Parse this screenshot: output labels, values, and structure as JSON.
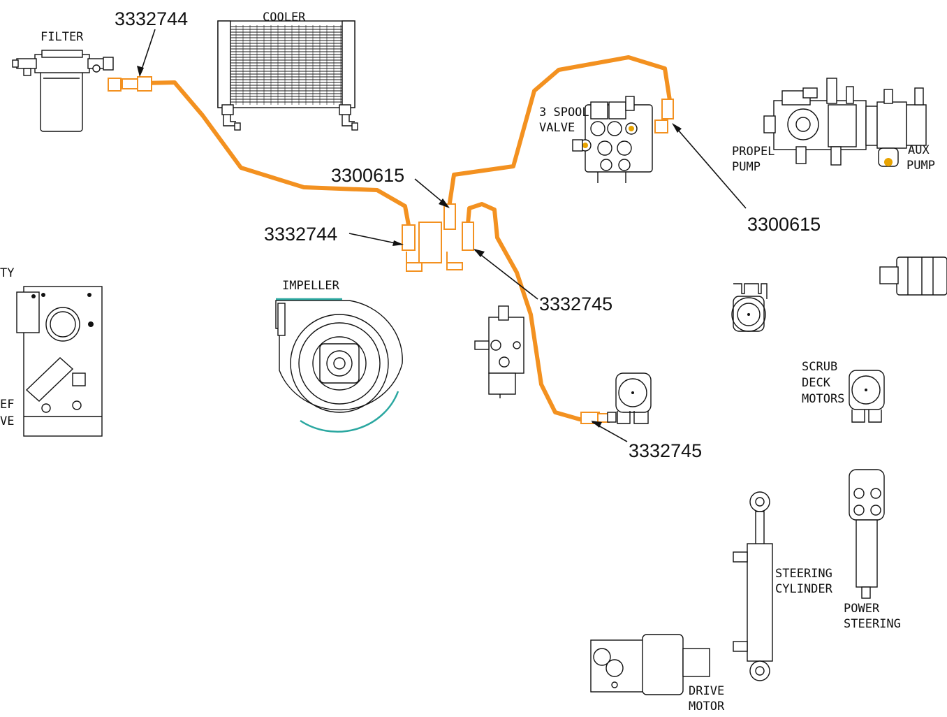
{
  "components": {
    "filter": "FILTER",
    "cooler": "COOLER",
    "spool_valve_line1": "3 SPOOL",
    "spool_valve_line2": "VALVE",
    "propel_pump_line1": "PROPEL",
    "propel_pump_line2": "PUMP",
    "aux_pump_line1": "AUX",
    "aux_pump_line2": "PUMP",
    "impeller": "IMPELLER",
    "scrub_deck_line1": "SCRUB",
    "scrub_deck_line2": "DECK",
    "scrub_deck_line3": "MOTORS",
    "steering_cylinder_line1": "STEERING",
    "steering_cylinder_line2": "CYLINDER",
    "power_steering_line1": "POWER",
    "power_steering_line2": "STEERING",
    "drive_motor_line1": "DRIVE",
    "drive_motor_line2": "MOTOR",
    "relief_valve_fragment_top": "TY",
    "relief_valve_fragment_mid": "EF",
    "relief_valve_fragment_bot": "VE"
  },
  "part_numbers": {
    "hose_filter": "3332744",
    "fitting_manifold_in": "3332744",
    "fitting_manifold_top": "3300615",
    "fitting_spool_valve": "3300615",
    "fitting_manifold_out": "3332745",
    "fitting_deck_motor": "3332745"
  },
  "colors": {
    "hose": "#f39120",
    "linework": "#111111",
    "impeller_accent": "#2aa7a0"
  }
}
